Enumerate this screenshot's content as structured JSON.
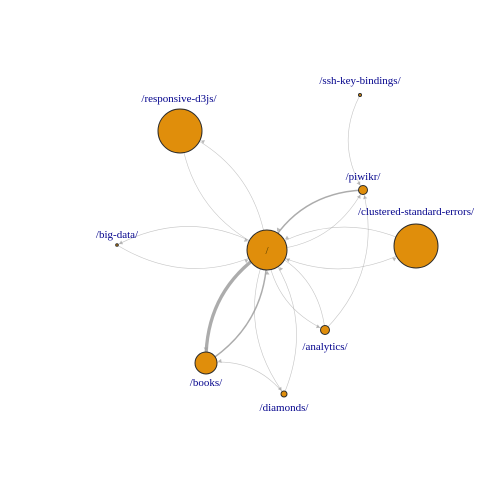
{
  "graph": {
    "nodes": [
      {
        "id": "root",
        "label": "/",
        "size": 5,
        "color": "#E08E0B"
      },
      {
        "id": "responsive-d3js",
        "label": "/responsive-d3js/",
        "size": 5,
        "color": "#E08E0B"
      },
      {
        "id": "ssh-key-bindings",
        "label": "/ssh-key-bindings/",
        "size": 0.5,
        "color": "#E08E0B"
      },
      {
        "id": "piwikr",
        "label": "/piwikr/",
        "size": 1.2,
        "color": "#E08E0B"
      },
      {
        "id": "clustered-standard-errors",
        "label": "/clustered-standard-errors/",
        "size": 5,
        "color": "#E08E0B"
      },
      {
        "id": "big-data",
        "label": "/big-data/",
        "size": 0.4,
        "color": "#E08E0B"
      },
      {
        "id": "analytics",
        "label": "/analytics/",
        "size": 1.3,
        "color": "#E08E0B"
      },
      {
        "id": "books",
        "label": "/books/",
        "size": 2.5,
        "color": "#E08E0B"
      },
      {
        "id": "diamonds",
        "label": "/diamonds/",
        "size": 0.9,
        "color": "#E08E0B"
      }
    ],
    "edges": [
      {
        "from": "responsive-d3js",
        "to": "root",
        "weight": 1
      },
      {
        "from": "root",
        "to": "responsive-d3js",
        "weight": 1
      },
      {
        "from": "ssh-key-bindings",
        "to": "piwikr",
        "weight": 1
      },
      {
        "from": "piwikr",
        "to": "root",
        "weight": 2
      },
      {
        "from": "root",
        "to": "piwikr",
        "weight": 1
      },
      {
        "from": "root",
        "to": "clustered-standard-errors",
        "weight": 1
      },
      {
        "from": "clustered-standard-errors",
        "to": "root",
        "weight": 1
      },
      {
        "from": "root",
        "to": "big-data",
        "weight": 1
      },
      {
        "from": "big-data",
        "to": "root",
        "weight": 1
      },
      {
        "from": "root",
        "to": "analytics",
        "weight": 1
      },
      {
        "from": "analytics",
        "to": "root",
        "weight": 1
      },
      {
        "from": "root",
        "to": "books",
        "weight": 4
      },
      {
        "from": "books",
        "to": "root",
        "weight": 2
      },
      {
        "from": "root",
        "to": "diamonds",
        "weight": 1
      },
      {
        "from": "diamonds",
        "to": "root",
        "weight": 1
      },
      {
        "from": "diamonds",
        "to": "books",
        "weight": 1
      },
      {
        "from": "analytics",
        "to": "piwikr",
        "weight": 1
      }
    ],
    "colors": {
      "node_fill": "#E08E0B",
      "node_stroke": "#2b2b2b",
      "edge": "#9e9e9e",
      "label": "#00008b"
    }
  }
}
